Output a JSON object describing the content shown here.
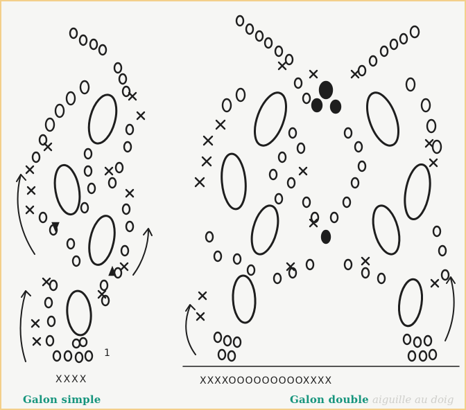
{
  "captions": {
    "left": "Galon simple",
    "right": "Galon double"
  },
  "bottom_row_text": "XXXXOOOOOOOOOXXXX",
  "left_bottom_text": "XXXX",
  "label_number": "1",
  "faint_background_text": "aiguille au doig",
  "colors": {
    "caption": "#17957d",
    "frame": "#f3cf8a",
    "ink": "#1e1e1e"
  }
}
